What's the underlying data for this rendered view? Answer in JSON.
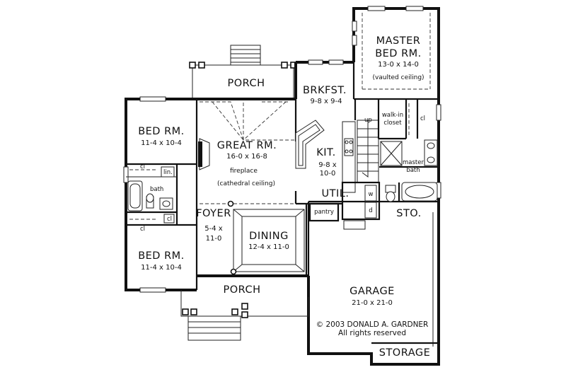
{
  "rooms": {
    "porch_rear": "PORCH",
    "master_name1": "MASTER",
    "master_name2": "BED RM.",
    "master_dim": "13-0 x 14-0",
    "master_note": "(vaulted ceiling)",
    "brkfst": "BRKFST.",
    "brkfst_dim": "9-8 x 9-4",
    "bed1": "BED RM.",
    "bed1_dim": "11-4 x 10-4",
    "great": "GREAT RM.",
    "great_dim": "16-0 x 16-8",
    "fireplace": "fireplace",
    "great_note": "(cathedral ceiling)",
    "kit": "KIT.",
    "kit_dim1": "9-8 x",
    "kit_dim2": "10-0",
    "util": "UTIL.",
    "foyer": "FOYER",
    "foyer_dim1": "5-4 x",
    "foyer_dim2": "11-0",
    "dining": "DINING",
    "dining_dim": "12-4 x 11-0",
    "bed2": "BED RM.",
    "bed2_dim": "11-4 x 10-4",
    "porch_front": "PORCH",
    "garage": "GARAGE",
    "garage_dim": "21-0 x 21-0",
    "sto": "STO.",
    "storage": "STORAGE",
    "bath": "bath",
    "lin": "lin.",
    "cl": "cl",
    "up": "up",
    "walkin1": "walk-in",
    "walkin2": "closet",
    "master_bath1": "master",
    "master_bath2": "bath",
    "pantry": "pantry",
    "washer": "w",
    "dryer": "d"
  },
  "copyright": {
    "line1": "© 2003 DONALD A. GARDNER",
    "line2": "All rights reserved"
  }
}
